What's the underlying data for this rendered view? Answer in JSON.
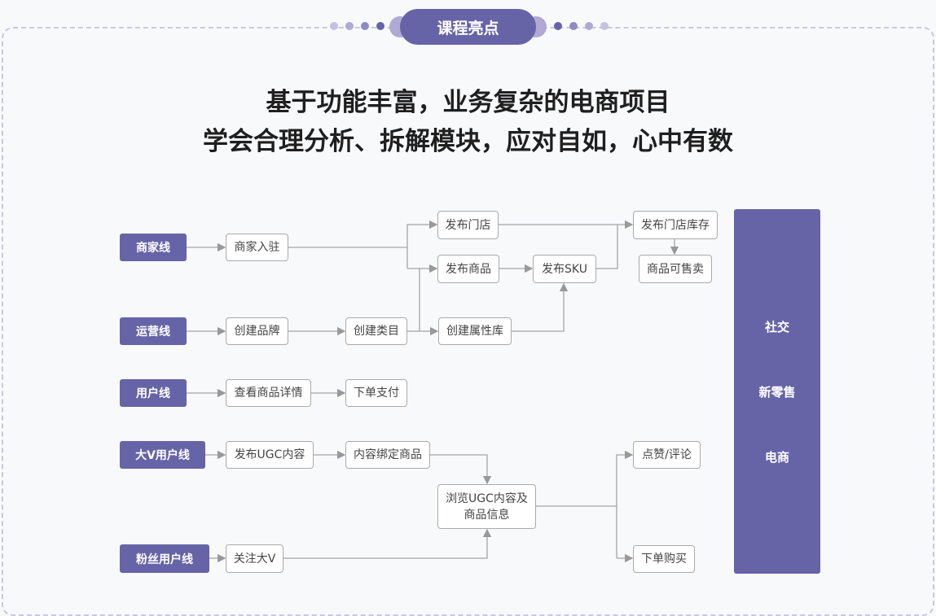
{
  "header": {
    "badge": "课程亮点",
    "line1": "基于功能丰富，业务复杂的电商项目",
    "line2": "学会合理分析、拆解模块，应对自如，心中有数"
  },
  "lanes": [
    "商家线",
    "运营线",
    "用户线",
    "大V用户线",
    "粉丝用户线"
  ],
  "nodes": {
    "merchant_join": "商家入驻",
    "create_brand": "创建品牌",
    "create_category": "创建类目",
    "publish_store": "发布门店",
    "publish_product": "发布商品",
    "create_attr": "创建属性库",
    "publish_sku": "发布SKU",
    "store_stock": "发布门店库存",
    "sellable": "商品可售卖",
    "view_detail": "查看商品详情",
    "order_pay": "下单支付",
    "publish_ugc": "发布UGC内容",
    "bind_product": "内容绑定商品",
    "browse_line1": "浏览UGC内容及",
    "browse_line2": "商品信息",
    "follow": "关注大V",
    "like_comment": "点赞/评论",
    "order_buy": "下单购买"
  },
  "panel": [
    "社交",
    "新零售",
    "电商"
  ],
  "colors": {
    "accent": "#6664a7",
    "accent_light": "#aeaad4",
    "line": "#999999"
  }
}
